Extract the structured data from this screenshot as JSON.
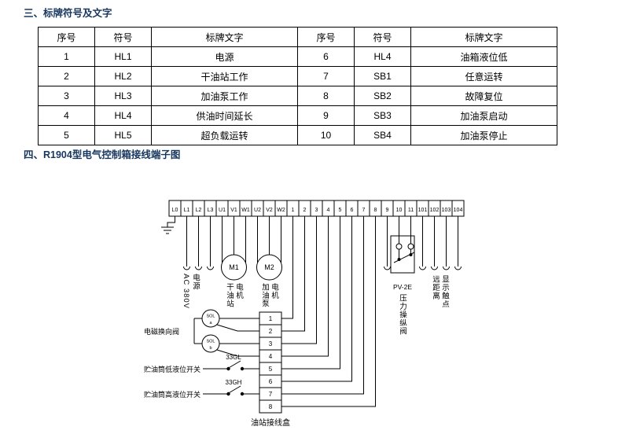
{
  "sections": {
    "section3_title": "三、标牌符号及文字",
    "section4_title": "四、R1904型电气控制箱接线端子图"
  },
  "table": {
    "headers": [
      "序号",
      "符号",
      "标牌文字",
      "序号",
      "符号",
      "标牌文字"
    ],
    "rows": [
      [
        "1",
        "HL1",
        "电源",
        "6",
        "HL4",
        "油箱液位低"
      ],
      [
        "2",
        "HL2",
        "干油站工作",
        "7",
        "SB1",
        "任意运转"
      ],
      [
        "3",
        "HL3",
        "加油泵工作",
        "8",
        "SB2",
        "故障复位"
      ],
      [
        "4",
        "HL4",
        "供油时间延长",
        "9",
        "SB3",
        "加油泵启动"
      ],
      [
        "5",
        "HL5",
        "超负载运转",
        "10",
        "SB4",
        "加油泵停止"
      ]
    ]
  },
  "diagram": {
    "terminals": [
      "L0",
      "L1",
      "L2",
      "L3",
      "U1",
      "V1",
      "W1",
      "U2",
      "V2",
      "W2",
      "1",
      "2",
      "3",
      "4",
      "5",
      "6",
      "7",
      "8",
      "9",
      "10",
      "11",
      "101",
      "102",
      "103",
      "104"
    ],
    "power_label": "AC 380V\n电源",
    "motors": {
      "m1": "M1",
      "m1_label": "干油站\n电机",
      "m2": "M2",
      "m2_label": "加油泵\n电机"
    },
    "solenoids": {
      "label": "电磁换向阀",
      "sol_top_a": "SOL",
      "sol_sub_a": "a",
      "sol_top_b": "SOL",
      "sol_sub_b": "b"
    },
    "switches": {
      "low_label": "贮油筒低液位开关",
      "low_tag": "33GL",
      "high_label": "贮油筒高液位开关",
      "high_tag": "33GH"
    },
    "pressure_valve": {
      "model": "PV-2E",
      "label": "压力操纵阀"
    },
    "remote_label": "远距离\n显示触点",
    "junction_box": {
      "cells": [
        "1",
        "2",
        "3",
        "4",
        "5",
        "6",
        "7",
        "8"
      ],
      "label": "油站接线盒"
    }
  }
}
